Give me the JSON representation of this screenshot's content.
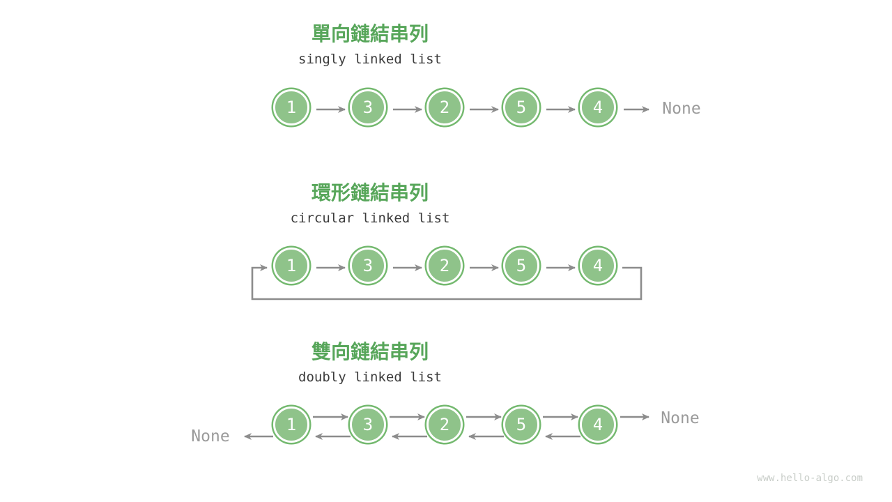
{
  "colors": {
    "title_green": "#57a65a",
    "node_fill": "#8fc38a",
    "node_ring": "#74b96f",
    "arrow_gray": "#8c8c8c",
    "subtitle_dark": "#3c3c3c",
    "none_gray": "#9b9b9b",
    "watermark_gray": "#c8cdc8"
  },
  "lists": [
    {
      "id": "singly",
      "title": "單向鏈結串列",
      "subtitle": "singly linked list",
      "nodes": [
        "1",
        "3",
        "2",
        "5",
        "4"
      ],
      "tail_label": "None"
    },
    {
      "id": "circular",
      "title": "環形鏈結串列",
      "subtitle": "circular linked list",
      "nodes": [
        "1",
        "3",
        "2",
        "5",
        "4"
      ]
    },
    {
      "id": "doubly",
      "title": "雙向鏈結串列",
      "subtitle": "doubly linked list",
      "nodes": [
        "1",
        "3",
        "2",
        "5",
        "4"
      ],
      "head_label": "None",
      "tail_label": "None"
    }
  ],
  "watermark": "www.hello-algo.com"
}
